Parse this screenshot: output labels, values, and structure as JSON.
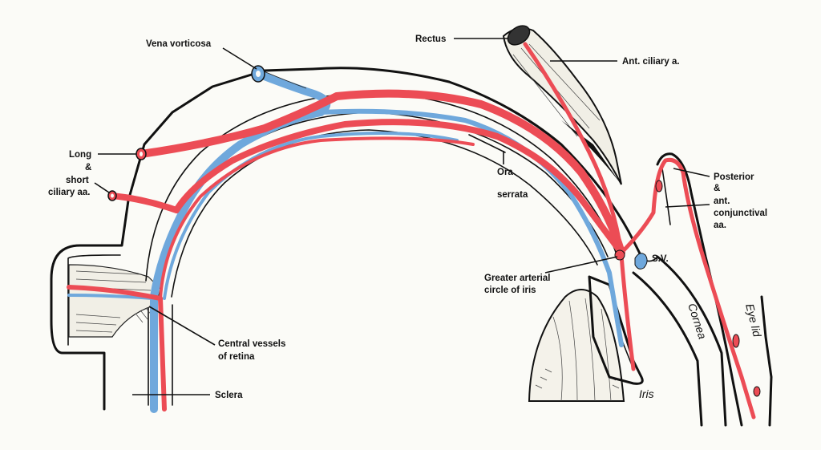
{
  "colors": {
    "artery": "#ec4c55",
    "vein": "#6fa8dc",
    "outline": "#111111",
    "background": "#fbfbf7"
  },
  "labels": {
    "vena_vorticosa": "Vena vorticosa",
    "rectus": "Rectus",
    "ant_ciliary": "Ant. ciliary a.",
    "long": "Long",
    "amp1": "&",
    "short": "short",
    "ciliary_aa": "ciliary aa.",
    "ora": "Ora",
    "serrata": "serrata",
    "posterior": "Posterior",
    "amp2": "&",
    "ant": "ant.",
    "conjunctival": "conjunctival",
    "aa": "aa.",
    "sv": "S.V.",
    "greater_arterial": "Greater arterial",
    "circle_of_iris": "circle of iris",
    "central_vessels": "Central vessels",
    "of_retina": "of retina",
    "sclera": "Sclera",
    "iris": "Iris",
    "cornea": "Cornea",
    "eye_lid": "Eye lid"
  }
}
